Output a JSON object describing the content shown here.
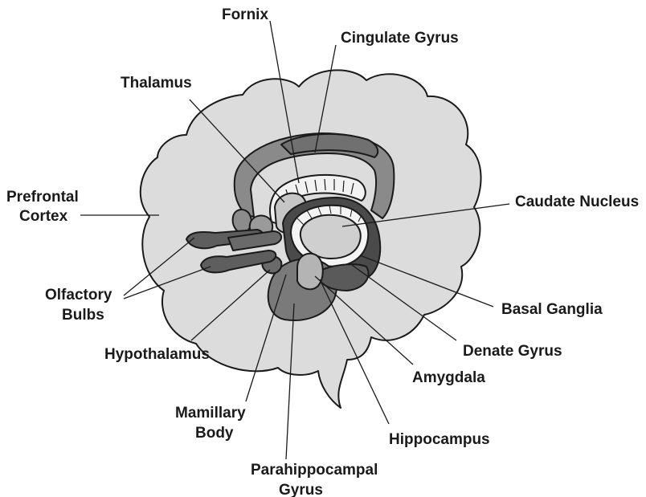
{
  "labels": {
    "fornix": "Fornix",
    "cingulate_gyrus": "Cingulate Gyrus",
    "thalamus": "Thalamus",
    "prefrontal_1": "Prefrontal",
    "prefrontal_2": "Cortex",
    "caudate_nucleus": "Caudate Nucleus",
    "olfactory_1": "Olfactory",
    "olfactory_2": "Bulbs",
    "basal_ganglia": "Basal Ganglia",
    "hypothalamus": "Hypothalamus",
    "denate_gyrus": "Denate Gyrus",
    "amygdala": "Amygdala",
    "mamillary_1": "Mamillary",
    "mamillary_2": "Body",
    "hippocampus": "Hippocampus",
    "parahippocampal_1": "Parahippocampal",
    "parahippocampal_2": "Gyrus"
  }
}
